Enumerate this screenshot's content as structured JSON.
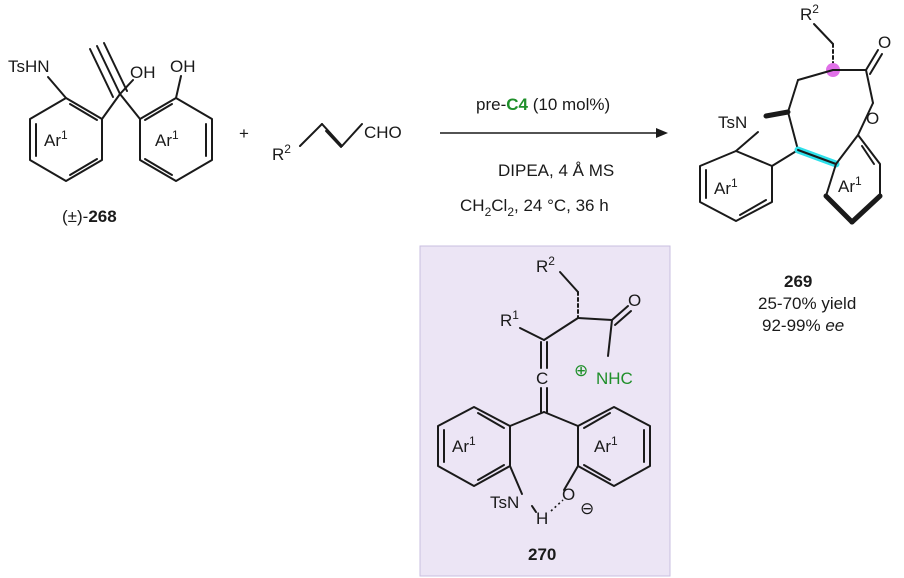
{
  "reactant_1": {
    "nhts": "TsHN",
    "oh_1": "OH",
    "oh_2": "OH",
    "ring_left": "Ar",
    "ring_right": "Ar",
    "ring_sup": "1",
    "prefix": "(±)-",
    "compound_number": "268"
  },
  "plus_sign": "+",
  "reactant_2": {
    "r_group": "R",
    "r_sup": "2",
    "aldehyde": "CHO"
  },
  "conditions": {
    "catalyst_prefix": "pre-",
    "catalyst": "C4",
    "catalyst_loading": "(10 mol%)",
    "base": "DIPEA, 4 Å MS",
    "solvent_main": "CH",
    "solvent_sub1": "2",
    "solvent_cl": "Cl",
    "solvent_sub2": "2",
    "solvent_rest": ", 24 °C, 36 h"
  },
  "product": {
    "r_group": "R",
    "r_sup": "2",
    "carbonyl_o": "O",
    "ring_o": "O",
    "tsn": "TsN",
    "ring_left": "Ar",
    "ring_right": "Ar",
    "ring_sup": "1",
    "compound_number": "269",
    "yield": "25-70% yield",
    "ee_value": "92-99% ",
    "ee_label": "ee"
  },
  "intermediate": {
    "r2": "R",
    "r2_sup": "2",
    "r1": "R",
    "r1_sup": "1",
    "carbonyl_o": "O",
    "allene_c": "C",
    "nhc_charge": "⊕",
    "nhc": "NHC",
    "ring_left": "Ar",
    "ring_right": "Ar",
    "ring_sup": "1",
    "tsn": "TsN",
    "h": "H",
    "o": "O",
    "o_charge": "⊖",
    "compound_number": "270"
  },
  "colors": {
    "highlight_box": "#ece5f5",
    "catalyst_green": "#1f8f2a",
    "cyan_bond": "#2fe0ea",
    "stereocenter": "#e070e8"
  }
}
